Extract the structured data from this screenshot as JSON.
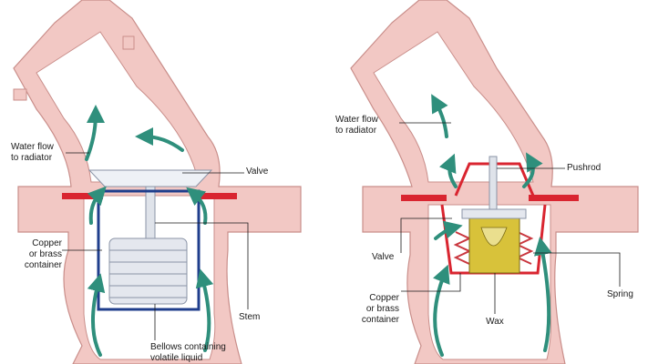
{
  "left_diagram": {
    "labels": {
      "water_flow": [
        "Water flow",
        "to radiator"
      ],
      "valve": "Valve",
      "container": [
        "Copper",
        "or brass",
        "container"
      ],
      "stem": "Stem",
      "bellows": [
        "Bellows containing",
        "volatile liquid"
      ]
    }
  },
  "right_diagram": {
    "labels": {
      "water_flow": [
        "Water flow",
        "to radiator"
      ],
      "pushrod": "Pushrod",
      "valve": "Valve",
      "spring": "Spring",
      "container": [
        "Copper",
        "or brass",
        "container"
      ],
      "wax": "Wax"
    }
  },
  "colors": {
    "housing": "#f2c8c4",
    "housing_dark": "#d9a09c",
    "pipe": "#ffffff",
    "gasket_red": "#d92530",
    "container_blue": "#1f3e8c",
    "flow_arrow": "#2f8f7c",
    "wax": "#d8c23a",
    "metal": "#dfe3ea"
  }
}
